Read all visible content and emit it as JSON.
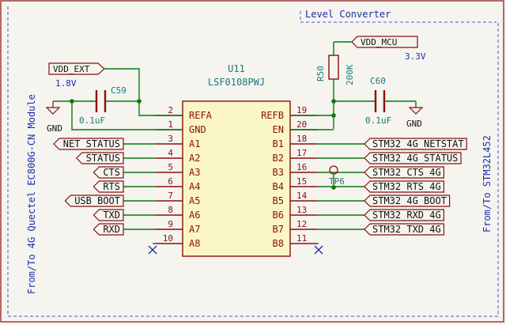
{
  "sheet": {
    "title": "Level Converter",
    "left_side_label": "From/To 4G Quectel EC800G-CN Module",
    "right_side_label": "From/To STM32L452"
  },
  "ic": {
    "ref": "U11",
    "value": "LSF0108PWJ",
    "left_pins": [
      {
        "num": "2",
        "name": "REFA"
      },
      {
        "num": "1",
        "name": "GND"
      },
      {
        "num": "3",
        "name": "A1"
      },
      {
        "num": "4",
        "name": "A2"
      },
      {
        "num": "5",
        "name": "A3"
      },
      {
        "num": "6",
        "name": "A4"
      },
      {
        "num": "7",
        "name": "A5"
      },
      {
        "num": "8",
        "name": "A6"
      },
      {
        "num": "9",
        "name": "A7"
      },
      {
        "num": "10",
        "name": "A8"
      }
    ],
    "right_pins": [
      {
        "num": "19",
        "name": "REFB"
      },
      {
        "num": "20",
        "name": "EN"
      },
      {
        "num": "18",
        "name": "B1"
      },
      {
        "num": "17",
        "name": "B2"
      },
      {
        "num": "16",
        "name": "B3"
      },
      {
        "num": "15",
        "name": "B4"
      },
      {
        "num": "14",
        "name": "B5"
      },
      {
        "num": "13",
        "name": "B6"
      },
      {
        "num": "12",
        "name": "B7"
      },
      {
        "num": "11",
        "name": "B8"
      }
    ]
  },
  "left_nets": [
    "NET_STATUS",
    "STATUS",
    "CTS",
    "RTS",
    "USB_BOOT",
    "TXD",
    "RXD"
  ],
  "right_nets": [
    "STM32_4G_NETSTAT",
    "STM32_4G_STATUS",
    "STM32_CTS_4G",
    "STM32_RTS_4G",
    "STM32_4G_BOOT",
    "STM32_RXD_4G",
    "STM32_TXD_4G"
  ],
  "power": {
    "vdd_ext": {
      "label": "VDD_EXT",
      "voltage": "1.8V"
    },
    "vdd_mcu": {
      "label": "VDD_MCU",
      "voltage": "3.3V"
    },
    "gnd_label": "GND"
  },
  "components": {
    "c59": {
      "ref": "C59",
      "value": "0.1uF"
    },
    "c60": {
      "ref": "C60",
      "value": "0.1uF"
    },
    "r50": {
      "ref": "R50",
      "value": "200K"
    },
    "tp6": {
      "ref": "TP6"
    }
  },
  "colors": {
    "background": "#f5f4ef",
    "wire": "#0a7a0a",
    "symbol_outline": "#8a0e0e",
    "symbol_fill": "#fbf7c5",
    "label_text": "#0a7a7a",
    "pin_text": "#8a0e0e",
    "sheet_text": "#1a2db0",
    "border": "#8a0e0e"
  }
}
